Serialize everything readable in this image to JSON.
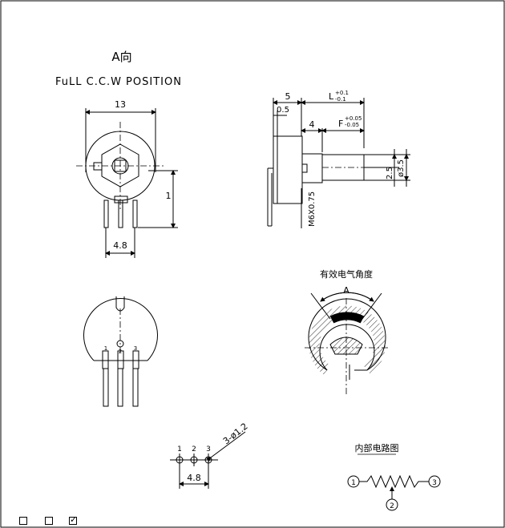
{
  "front_view": {
    "view_label": "A向",
    "position_label": "FuLL C.C.W  POSITION",
    "dim_width": "13",
    "dim_height": "1",
    "dim_pin_pitch": "4.8"
  },
  "side_view": {
    "dim_5": "5",
    "dim_0_5": "0.5",
    "dim_4": "4",
    "dim_L": "L",
    "dim_L_tol_upper": "+0.1",
    "dim_L_tol_lower": "-0.1",
    "dim_F": "F",
    "dim_F_tol_upper": "+0.05",
    "dim_F_tol_lower": "-0.05",
    "dim_2_5": "2.5",
    "dim_shaft_dia": "ø3.5",
    "thread_label": "M6X0.75"
  },
  "rear_view": {
    "pin_labels": [
      "1",
      "2",
      "3"
    ]
  },
  "angle_view": {
    "title": "有效电气角度",
    "angle_label": "A"
  },
  "footprint": {
    "pin_labels": [
      "1",
      "2",
      "3"
    ],
    "hole_label": "3-ø1.2",
    "pitch_label": "4.8"
  },
  "circuit": {
    "title": "内部电路图",
    "terminals": [
      "1",
      "2",
      "3"
    ]
  },
  "checkboxes": {
    "count": 3,
    "checked_index": 2,
    "check_mark": "✓"
  }
}
